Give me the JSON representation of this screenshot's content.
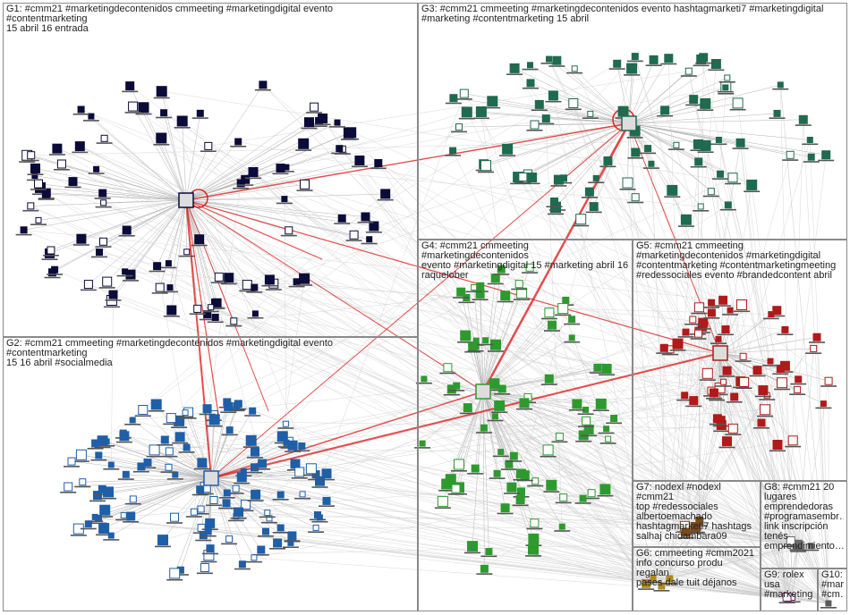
{
  "groups": [
    {
      "id": "g1",
      "label": "G1: #cmm21 #marketingdecontenidos cmmeeting #marketingdigital evento #contentmarketing\n15 abril 16 entrada",
      "color": "#0b0b3a"
    },
    {
      "id": "g2",
      "label": "G2: #cmm21 cmmeeting #marketingdecontenidos #marketingdigital evento #contentmarketing\n15 16 abril #socialmedia",
      "color": "#1f5fa8"
    },
    {
      "id": "g3",
      "label": "G3: #cmm21 cmmeeting #marketingdecontenidos evento hashtagmarketi7 #marketingdigital\n#marketing #contentmarketing 15 abril",
      "color": "#1e6b4f"
    },
    {
      "id": "g4",
      "label": "G4: #cmm21 cmmeeting #marketingdecontenidos\nevento #marketingdigital 15 #marketing abril 16\nraquelober",
      "color": "#2e9a2e"
    },
    {
      "id": "g5",
      "label": "G5: #cmm21 cmmeeting\n#marketingdecontenidos #marketingdigital\n#contentmarketing #contentmarketingmeeting\n#redessociales evento #brandedcontent abril",
      "color": "#b01a1a"
    },
    {
      "id": "g6",
      "label": "G6: cmmeeting #cmm2021\ninfo concurso produ regalan\npases dale tuit déjanos",
      "color": "#b08a1a"
    },
    {
      "id": "g7",
      "label": "G7: nodexl #nodexl #cmm21\ntop #redessociales\nalbertoemachado\nhashtagmarketi7 hashtags\nsalhaj chidambara09",
      "color": "#7a4a1a"
    },
    {
      "id": "g8",
      "label": "G8: #cmm21 20\nlugares\nemprendedoras\n#programasembr…\nlink inscripción\ntenés\nemprendimiento…",
      "color": "#6a6a6a"
    },
    {
      "id": "g9",
      "label": "G9: rolex\nusa\n#marketing…",
      "color": "#7a1a6a"
    },
    {
      "id": "g10",
      "label": "G10:\n#mar…\n#cm…",
      "color": "#5a5a5a"
    }
  ]
}
